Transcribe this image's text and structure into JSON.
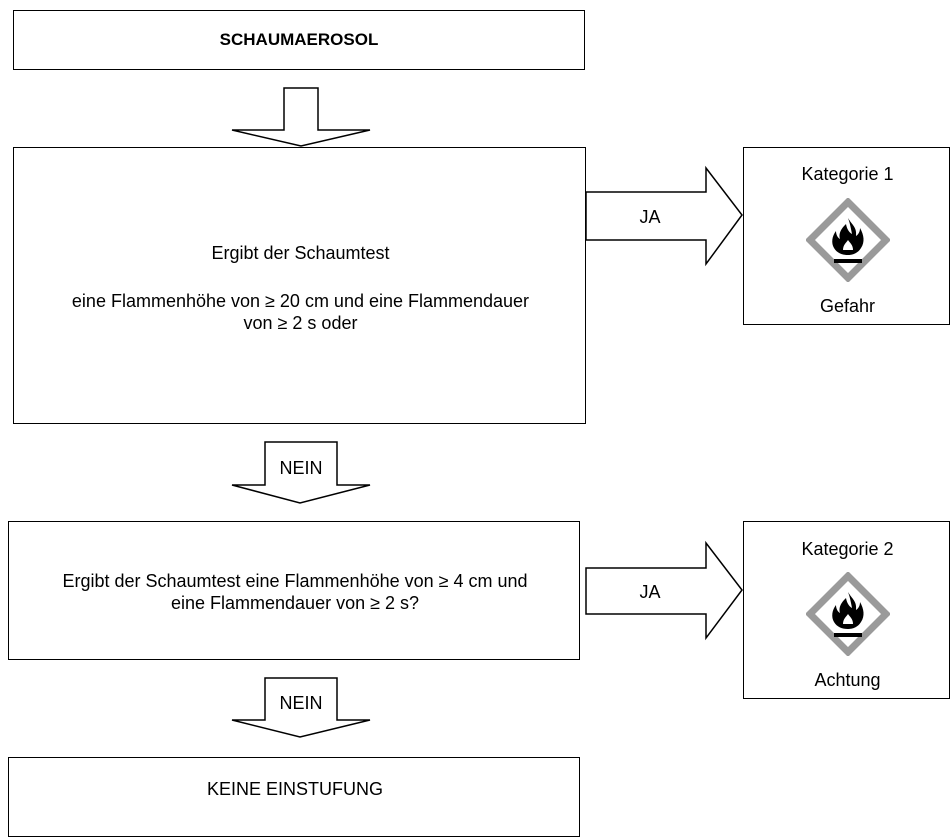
{
  "start": {
    "label": "SCHAUMAEROSOL"
  },
  "question1": {
    "line1": "Ergibt der Schaumtest",
    "line2": "eine Flammenhöhe von ≥ 20 cm und eine Flammendauer",
    "line3": "von ≥ 2 s oder"
  },
  "question2": {
    "line1": "Ergibt der Schaumtest eine Flammenhöhe von ≥ 4 cm und",
    "line2": "eine Flammendauer von ≥ 2 s?"
  },
  "edges": {
    "yes1": "JA",
    "no1": "NEIN",
    "yes2": "JA",
    "no2": "NEIN"
  },
  "category1": {
    "title": "Kategorie 1",
    "signal_word": "Gefahr",
    "icon": "flame-pictogram-icon"
  },
  "category2": {
    "title": "Kategorie 2",
    "signal_word": "Achtung",
    "icon": "flame-pictogram-icon"
  },
  "end": {
    "label": "KEINE EINSTUFUNG"
  },
  "colors": {
    "pictogram_border": "#9a9a9a",
    "flame": "#000000"
  }
}
